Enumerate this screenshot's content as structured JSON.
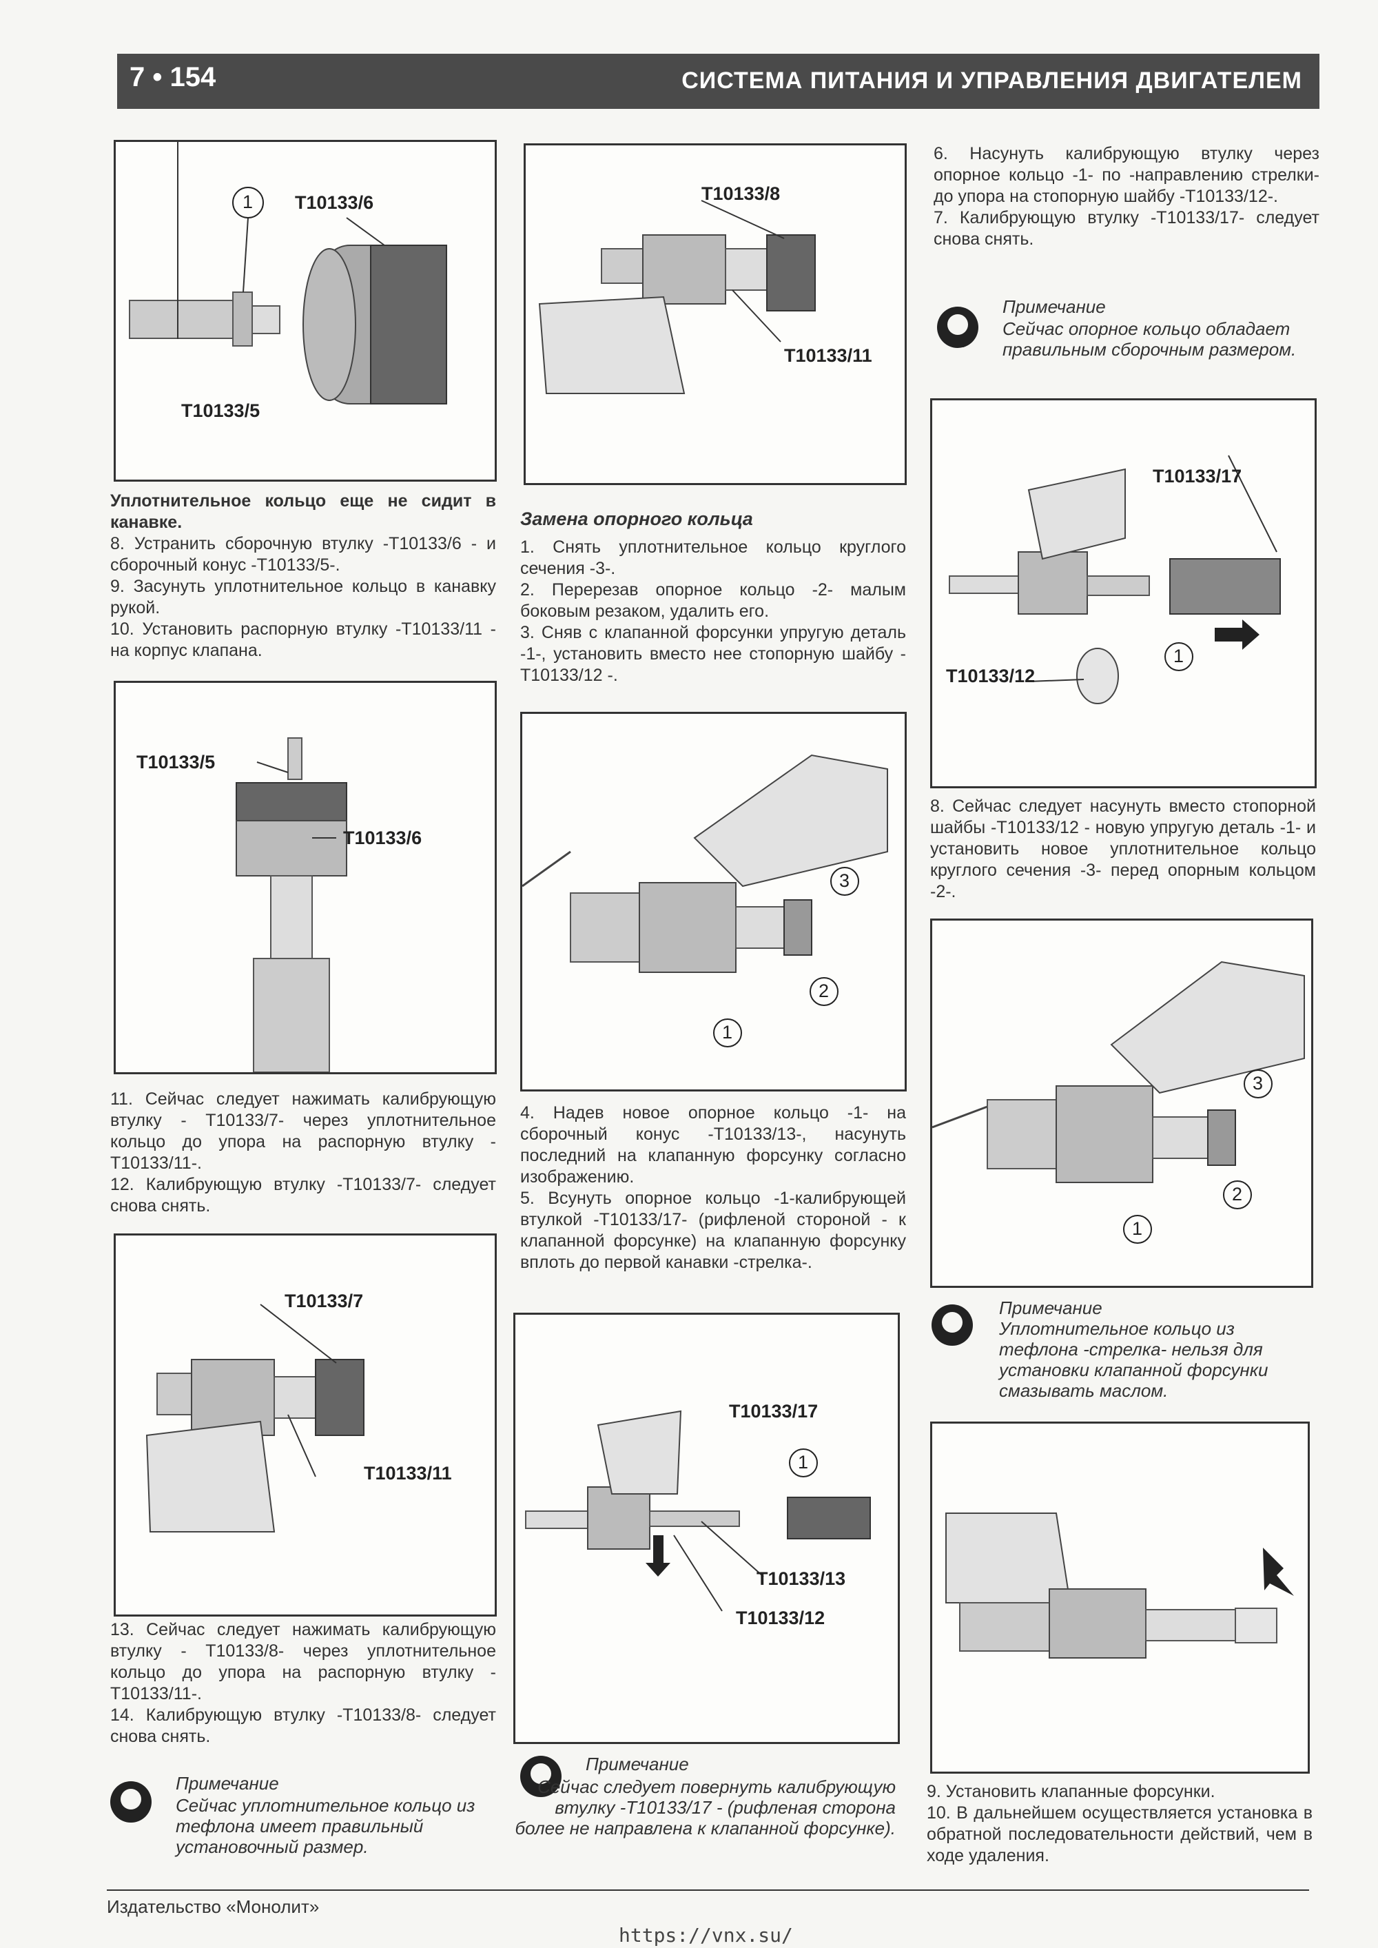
{
  "header": {
    "page": "7 • 154",
    "title": "СИСТЕМА ПИТАНИЯ И УПРАВЛЕНИЯ ДВИГАТЕЛЕМ"
  },
  "figures": {
    "f1": {
      "callout": "1",
      "l1": "T10133/6",
      "l2": "T10133/5"
    },
    "f2": {
      "l1": "T10133/8",
      "l2": "T10133/11"
    },
    "f3": {
      "l1": "T10133/17",
      "l2": "T10133/12",
      "callout": "1"
    },
    "f4": {
      "l1": "T10133/5",
      "l2": "T10133/6"
    },
    "f5": {
      "c3": "3",
      "c2": "2",
      "c1": "1"
    },
    "f6": {
      "c3": "3",
      "c2": "2",
      "c1": "1"
    },
    "f7": {
      "l1": "T10133/7",
      "l2": "T10133/11"
    },
    "f8": {
      "l1": "T10133/17",
      "c1": "1",
      "l2": "T10133/13",
      "l3": "T10133/12"
    }
  },
  "col1": {
    "bold_intro": "Уплотнительное кольцо еще не сидит в канавке.",
    "s8": "8. Устранить сборочную втулку -T10133/6 - и сборочный конус -T10133/5-.",
    "s9": "9. Засунуть уплотнительное кольцо в канавку рукой.",
    "s10": "10. Установить распорную втулку -T10133/11 - на корпус клапана.",
    "s11": "11. Сейчас следует нажимать калибрующую втулку - T10133/7- через уплотнительное кольцо до упора на распорную втулку -T10133/11-.",
    "s12": "12. Калибрующую втулку -T10133/7- следует снова снять.",
    "s13": "13. Сейчас следует нажимать калибрующую втулку - T10133/8- через уплотнительное кольцо до упора на распорную втулку -T10133/11-.",
    "s14": "14. Калибрующую втулку -T10133/8- следует снова снять.",
    "note_title": "Примечание",
    "note_body": "Сейчас уплотнительное кольцо из тефлона имеет правильный установочный размер."
  },
  "col2": {
    "heading": "Замена опорного кольца",
    "s1": "1. Снять уплотнительное кольцо круглого сечения -3-.",
    "s2": "2. Перерезав опорное кольцо -2- малым боковым резаком, удалить его.",
    "s3": "3. Сняв с клапанной форсунки упругую деталь -1-, установить вместо нее стопорную шайбу -T10133/12 -.",
    "s4": "4. Надев новое опорное кольцо -1- на сборочный конус -T10133/13-, насунуть последний на клапанную форсунку согласно изображению.",
    "s5": "5. Всунуть опорное кольцо -1-калибрующей втулкой -T10133/17- (рифленой стороной - к клапанной форсунке) на клапанную форсунку вплоть до первой канавки -стрелка-.",
    "note_title": "Примечание",
    "note_body": "Сейчас следует повернуть калибрующую втулку -T10133/17 - (рифленая сторона более не направлена к клапанной форсунке)."
  },
  "col3": {
    "s6": "6. Насунуть калибрующую втулку через опорное кольцо -1- по -направлению стрелки- до упора на стопорную шайбу -T10133/12-.",
    "s7": "7. Калибрующую втулку -T10133/17- следует снова снять.",
    "note1_title": "Примечание",
    "note1_body": "Сейчас опорное кольцо обладает правильным сборочным размером.",
    "s8": "8. Сейчас следует насунуть вместо стопорной шайбы -T10133/12 - новую упругую деталь -1- и установить новое уплотнительное кольцо круглого сечения -3- перед опорным кольцом -2-.",
    "note2_title": "Примечание",
    "note2_body": "Уплотнительное кольцо из тефлона -стрелка- нельзя для установки клапанной форсунки смазывать маслом.",
    "s9": "9. Установить клапанные форсунки.",
    "s10": "10. В дальнейшем осуществляется установка в обратной последовательности действий, чем в ходе удаления."
  },
  "footer": {
    "publisher": "Издательство «Монолит»",
    "url": "https://vnx.su/"
  }
}
